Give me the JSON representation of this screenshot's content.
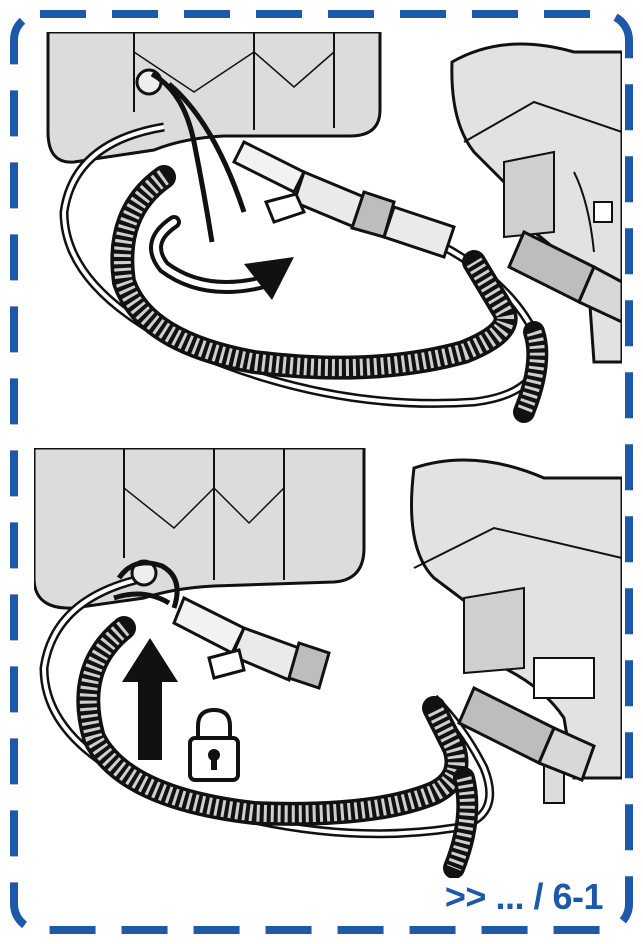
{
  "page_ref": ">> ... / 6-1",
  "colors": {
    "accent_blue": "#1e58a8",
    "tank_gray": "#dcdcdc",
    "line_black": "#111111"
  },
  "steps": [
    {
      "label": "hose-routing-rotate",
      "icon": "curved-arrows-icon"
    },
    {
      "label": "hose-routing-lock",
      "icon": "padlock-icon"
    }
  ]
}
